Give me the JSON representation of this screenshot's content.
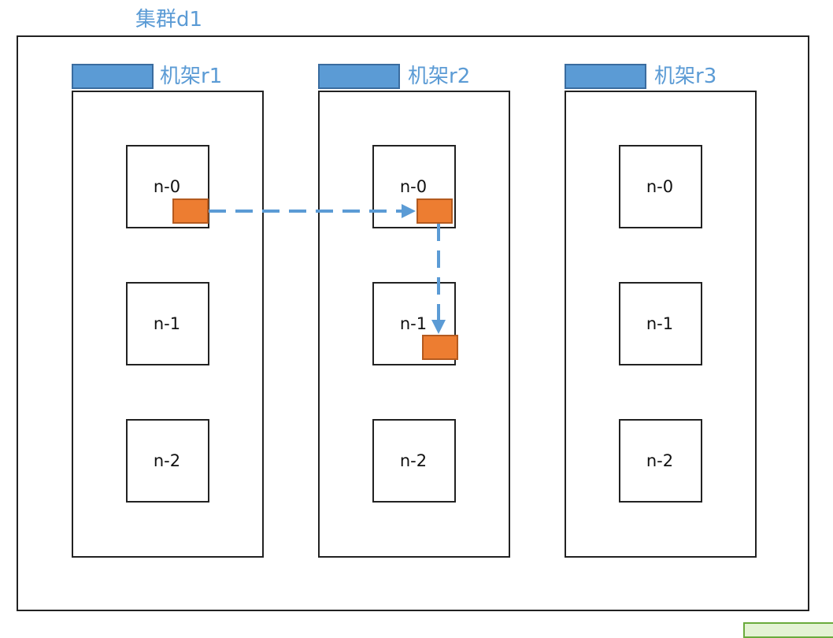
{
  "cluster": {
    "label": "集群d1"
  },
  "racks": [
    {
      "label": "机架r1",
      "nodes": [
        "n-0",
        "n-1",
        "n-2"
      ]
    },
    {
      "label": "机架r2",
      "nodes": [
        "n-0",
        "n-1",
        "n-2"
      ]
    },
    {
      "label": "机架r3",
      "nodes": [
        "n-0",
        "n-1",
        "n-2"
      ]
    }
  ],
  "colors": {
    "accent_blue": "#5b9bd5",
    "block_orange": "#ed7d31",
    "border": "#222222"
  }
}
